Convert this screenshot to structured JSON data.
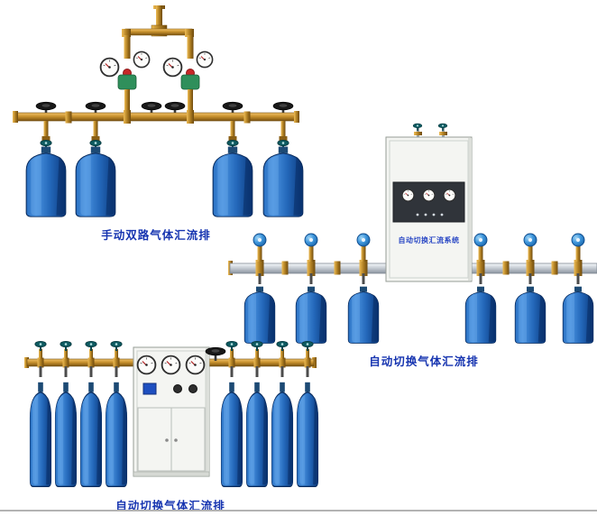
{
  "page": {
    "background": "#ffffff",
    "footer_rule_color": "#b3b3b3"
  },
  "colors": {
    "caption_blue": "#1634b0",
    "cylinder_blue": "#2468ba",
    "brass_pipe": "#c8922e",
    "silver_pipe": "#ccd2d9",
    "cabinet_body": "#f4f5f2",
    "knob_blue": "#3f97dd",
    "knob_teal": "#0e5a60"
  },
  "products": [
    {
      "id": "manual-dual-gas-manifold",
      "caption": "手动双路气体汇流排",
      "cylinder_count": 4,
      "regulator_count": 2,
      "gauge_count": 4
    },
    {
      "id": "auto-switch-gas-manifold",
      "caption": "自动切换气体汇流排",
      "cabinet_label": "自动切换汇流系统",
      "cylinder_count": 6,
      "gauge_count": 3
    },
    {
      "id": "auto-switch-gas-manifold-2",
      "caption": "自动切换气体汇流排",
      "cylinder_count": 8,
      "gauge_count": 3
    }
  ]
}
